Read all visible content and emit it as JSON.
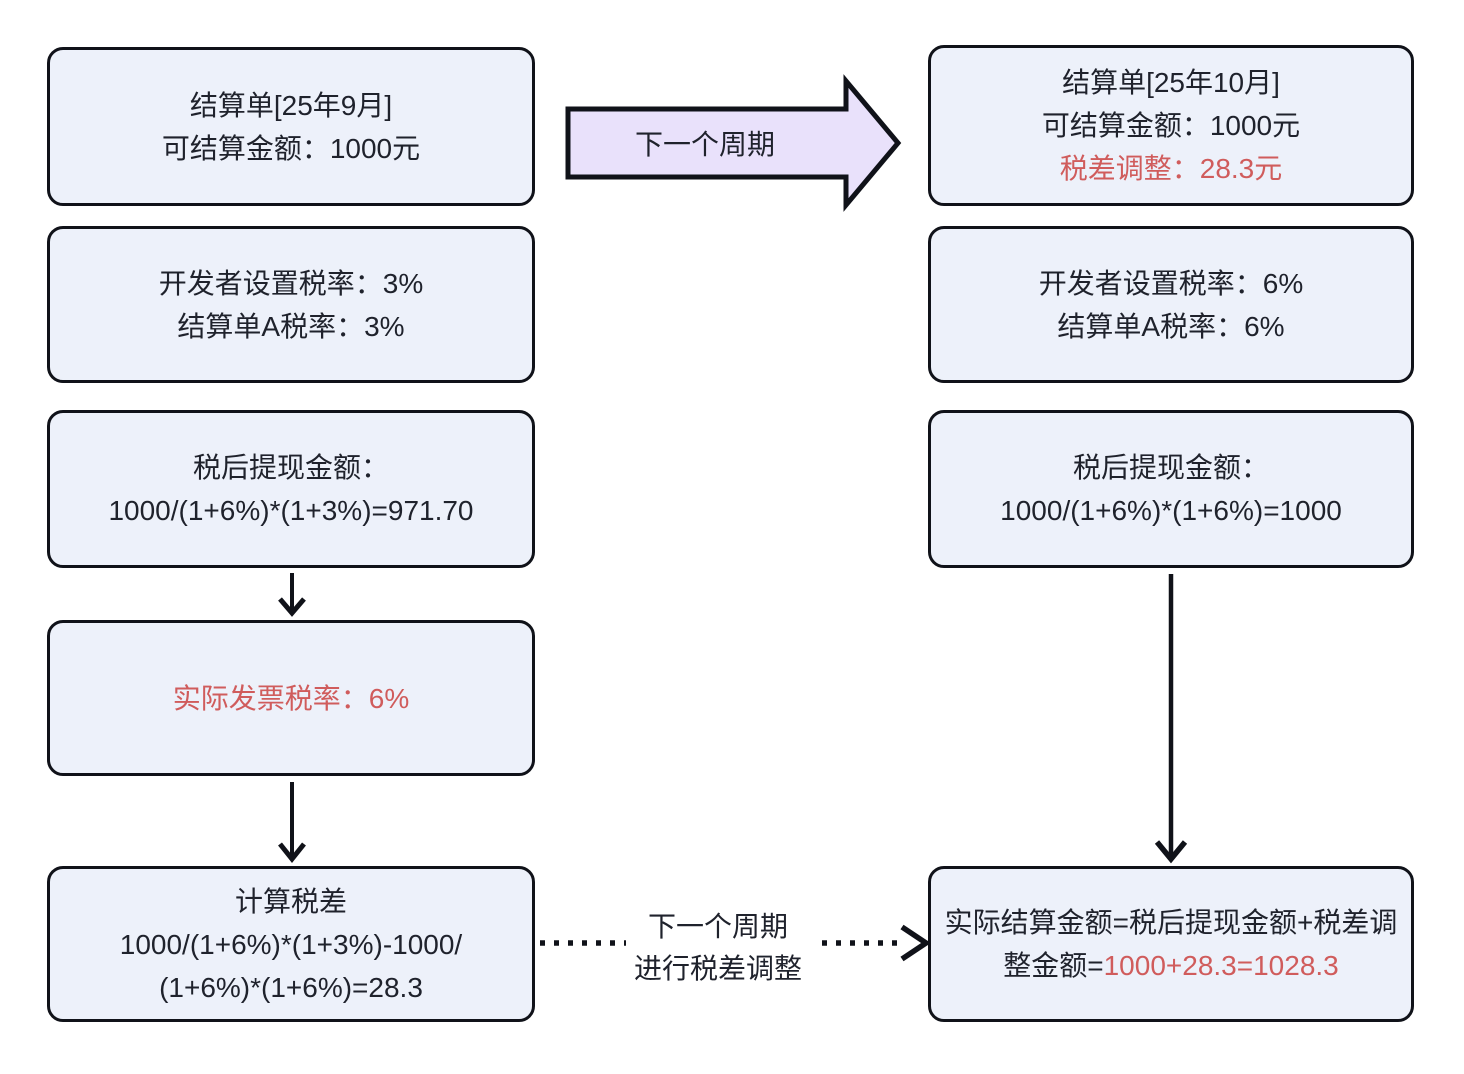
{
  "colors": {
    "box_fill": "#edf1fa",
    "box_border": "#101219",
    "next_cycle_arrow_fill": "#e9e1fb",
    "accent_red": "#d05c5c",
    "text": "#1f222c"
  },
  "left_column": {
    "settlement": {
      "line1": "结算单[25年9月]",
      "line2": "可结算金额：1000元"
    },
    "tax_rate": {
      "line1": "开发者设置税率：3%",
      "line2": "结算单A税率：3%"
    },
    "after_tax_withdraw": {
      "line1": "税后提现金额：",
      "line2": "1000/(1+6%)*(1+3%)=971.70"
    },
    "invoice_rate": {
      "line1": "实际发票税率：6%"
    },
    "tax_diff": {
      "line1": "计算税差",
      "line2": "1000/(1+6%)*(1+3%)-1000/",
      "line3": "(1+6%)*(1+6%)=28.3"
    }
  },
  "right_column": {
    "settlement": {
      "line1": "结算单[25年10月]",
      "line2": "可结算金额：1000元",
      "line3": "税差调整：28.3元"
    },
    "tax_rate": {
      "line1": "开发者设置税率：6%",
      "line2": "结算单A税率：6%"
    },
    "after_tax_withdraw": {
      "line1": "税后提现金额：",
      "line2": "1000/(1+6%)*(1+6%)=1000"
    },
    "final_settlement": {
      "normal": "实际结算金额=税后提现金额+税差调整金额=",
      "highlight": "1000+28.3=1028.3"
    }
  },
  "connectors": {
    "next_cycle_arrow_label": "下一个周期",
    "dotted_arrow_label_line1": "下一个周期",
    "dotted_arrow_label_line2": "进行税差调整"
  }
}
